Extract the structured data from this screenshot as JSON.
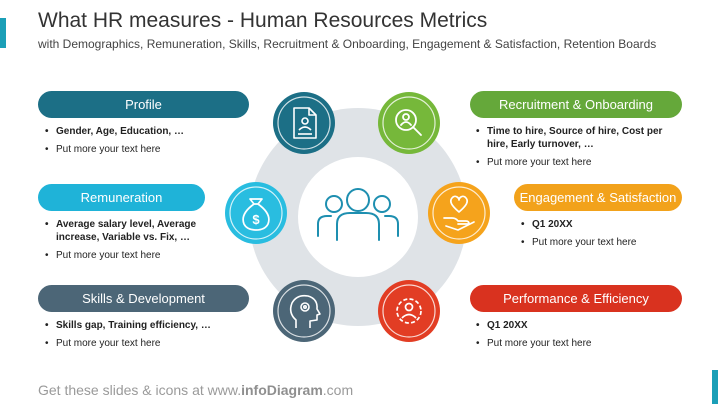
{
  "header": {
    "title": "What HR measures - Human Resources Metrics",
    "subtitle": "with Demographics, Remuneration, Skills, Recruitment & Onboarding, Engagement & Satisfaction, Retention Boards"
  },
  "sections": {
    "profile": {
      "label": "Profile",
      "color": "#1c6f86",
      "b1": "Gender, Age, Education, …",
      "b2": "Put more your text here"
    },
    "remuneration": {
      "label": "Remuneration",
      "color": "#1fb3d8",
      "b1": "Average salary level, Average increase, Variable vs. Fix, …",
      "b2": "Put more your text here"
    },
    "skills": {
      "label": "Skills & Development",
      "color": "#4c6677",
      "b1": "Skills gap, Training efficiency, …",
      "b2": "Put more your text here"
    },
    "recruitment": {
      "label": "Recruitment & Onboarding",
      "color": "#65a83a",
      "b1": "Time to hire, Source of hire, Cost per hire, Early turnover, …",
      "b2": "Put more your text here"
    },
    "engagement": {
      "label": "Engagement & Satisfaction",
      "color": "#f2a21b",
      "b1": "Q1 20XX",
      "b2": "Put more your text here"
    },
    "performance": {
      "label": "Performance & Efficiency",
      "color": "#d9321f",
      "b1": "Q1 20XX",
      "b2": "Put more your text here"
    }
  },
  "icons": {
    "center": "people-group-icon",
    "profile": "document-profile-icon",
    "remuneration": "money-bag-icon",
    "skills": "head-gear-icon",
    "recruitment": "search-person-icon",
    "engagement": "hand-heart-icon",
    "performance": "gear-person-icon"
  },
  "footer": {
    "prefix": "Get these slides & icons at www.",
    "brand": "infoDiagram",
    "suffix": ".com"
  }
}
